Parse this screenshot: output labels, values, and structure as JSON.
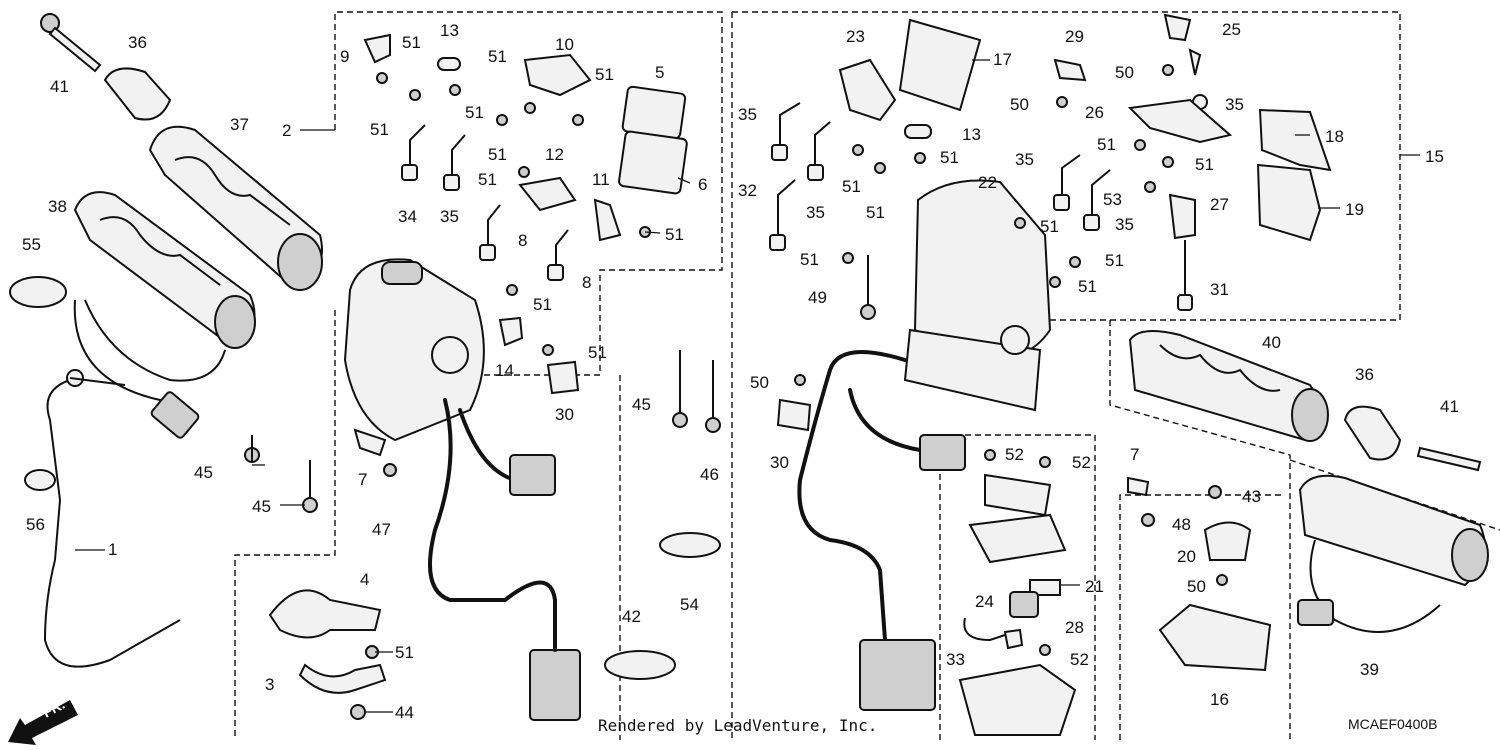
{
  "callouts": [
    {
      "id": "c41a",
      "text": "41"
    },
    {
      "id": "c36a",
      "text": "36"
    },
    {
      "id": "c37",
      "text": "37"
    },
    {
      "id": "c38",
      "text": "38"
    },
    {
      "id": "c55",
      "text": "55"
    },
    {
      "id": "c56",
      "text": "56"
    },
    {
      "id": "c1",
      "text": "1"
    },
    {
      "id": "c2",
      "text": "2"
    },
    {
      "id": "c45a",
      "text": "45"
    },
    {
      "id": "c45b",
      "text": "45"
    },
    {
      "id": "c7a",
      "text": "7"
    },
    {
      "id": "c47",
      "text": "47"
    },
    {
      "id": "c4",
      "text": "4"
    },
    {
      "id": "c51z",
      "text": "51"
    },
    {
      "id": "c3",
      "text": "3"
    },
    {
      "id": "c44",
      "text": "44"
    },
    {
      "id": "c9",
      "text": "9"
    },
    {
      "id": "c51a",
      "text": "51"
    },
    {
      "id": "c13a",
      "text": "13"
    },
    {
      "id": "c10",
      "text": "10"
    },
    {
      "id": "c51b",
      "text": "51"
    },
    {
      "id": "c51c",
      "text": "51"
    },
    {
      "id": "c5",
      "text": "5"
    },
    {
      "id": "c51d",
      "text": "51"
    },
    {
      "id": "c51e",
      "text": "51"
    },
    {
      "id": "c51f",
      "text": "51"
    },
    {
      "id": "c12",
      "text": "12"
    },
    {
      "id": "c51g",
      "text": "51"
    },
    {
      "id": "c6",
      "text": "6"
    },
    {
      "id": "c11",
      "text": "11"
    },
    {
      "id": "c34",
      "text": "34"
    },
    {
      "id": "c35a",
      "text": "35"
    },
    {
      "id": "c8a",
      "text": "8"
    },
    {
      "id": "c51h",
      "text": "51"
    },
    {
      "id": "c8b",
      "text": "8"
    },
    {
      "id": "c51i",
      "text": "51"
    },
    {
      "id": "c14",
      "text": "14"
    },
    {
      "id": "c51j",
      "text": "51"
    },
    {
      "id": "c30a",
      "text": "30"
    },
    {
      "id": "c42",
      "text": "42"
    },
    {
      "id": "c54",
      "text": "54"
    },
    {
      "id": "c45c",
      "text": "45"
    },
    {
      "id": "c46",
      "text": "46"
    },
    {
      "id": "c50a",
      "text": "50"
    },
    {
      "id": "c30b",
      "text": "30"
    },
    {
      "id": "c23",
      "text": "23"
    },
    {
      "id": "c17",
      "text": "17"
    },
    {
      "id": "c35b",
      "text": "35"
    },
    {
      "id": "c13b",
      "text": "13"
    },
    {
      "id": "c51k",
      "text": "51"
    },
    {
      "id": "c51l",
      "text": "51"
    },
    {
      "id": "c51m",
      "text": "51"
    },
    {
      "id": "c35c",
      "text": "35"
    },
    {
      "id": "c32",
      "text": "32"
    },
    {
      "id": "c22",
      "text": "22"
    },
    {
      "id": "c51n",
      "text": "51"
    },
    {
      "id": "c51o",
      "text": "51"
    },
    {
      "id": "c51p",
      "text": "51"
    },
    {
      "id": "c51q",
      "text": "51"
    },
    {
      "id": "c49",
      "text": "49"
    },
    {
      "id": "c29",
      "text": "29"
    },
    {
      "id": "c50b",
      "text": "50"
    },
    {
      "id": "c25",
      "text": "25"
    },
    {
      "id": "c50c",
      "text": "50"
    },
    {
      "id": "c26",
      "text": "26"
    },
    {
      "id": "c35d",
      "text": "35"
    },
    {
      "id": "c51r",
      "text": "51"
    },
    {
      "id": "c51s",
      "text": "51"
    },
    {
      "id": "c35e",
      "text": "35"
    },
    {
      "id": "c53",
      "text": "53"
    },
    {
      "id": "c35f",
      "text": "35"
    },
    {
      "id": "c27",
      "text": "27"
    },
    {
      "id": "c31",
      "text": "31"
    },
    {
      "id": "c18",
      "text": "18"
    },
    {
      "id": "c19",
      "text": "19"
    },
    {
      "id": "c15",
      "text": "15"
    },
    {
      "id": "c40",
      "text": "40"
    },
    {
      "id": "c36b",
      "text": "36"
    },
    {
      "id": "c41b",
      "text": "41"
    },
    {
      "id": "c52a",
      "text": "52"
    },
    {
      "id": "c52b",
      "text": "52"
    },
    {
      "id": "c21",
      "text": "21"
    },
    {
      "id": "c24",
      "text": "24"
    },
    {
      "id": "c28",
      "text": "28"
    },
    {
      "id": "c33",
      "text": "33"
    },
    {
      "id": "c52c",
      "text": "52"
    },
    {
      "id": "c7b",
      "text": "7"
    },
    {
      "id": "c43",
      "text": "43"
    },
    {
      "id": "c48",
      "text": "48"
    },
    {
      "id": "c20",
      "text": "20"
    },
    {
      "id": "c50d",
      "text": "50"
    },
    {
      "id": "c16",
      "text": "16"
    },
    {
      "id": "c39",
      "text": "39"
    }
  ],
  "credit": "Rendered by LeadVenture, Inc.",
  "diagram_code": "MCAEF0400B",
  "direction_label": "FR.",
  "colors": {
    "ink": "#111111",
    "paper": "#ffffff",
    "part_fill": "#f2f2f2"
  }
}
